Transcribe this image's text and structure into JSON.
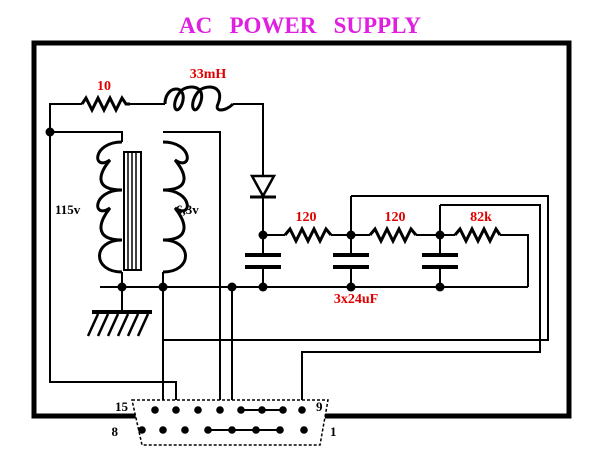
{
  "title": "AC   POWER   SUPPLY",
  "colors": {
    "title": "#e020e0",
    "value_label": "#e00000",
    "wire": "#000000",
    "background": "#ffffff"
  },
  "transformer": {
    "primary_label": "115v",
    "secondary_label": "6,3v"
  },
  "components": {
    "input_resistor": "10",
    "inductor": "33mH",
    "resistor_1": "120",
    "resistor_2": "120",
    "resistor_3": "82k",
    "capacitors": "3x24uF"
  },
  "connector": {
    "pin_15": "15",
    "pin_9": "9",
    "pin_8": "8",
    "pin_1": "1"
  },
  "icons": {
    "ground": "ground-icon",
    "diode": "diode-icon",
    "inductor": "inductor-icon",
    "resistor": "resistor-icon",
    "capacitor": "capacitor-icon",
    "transformer": "transformer-icon",
    "connector": "db15-connector-icon"
  }
}
